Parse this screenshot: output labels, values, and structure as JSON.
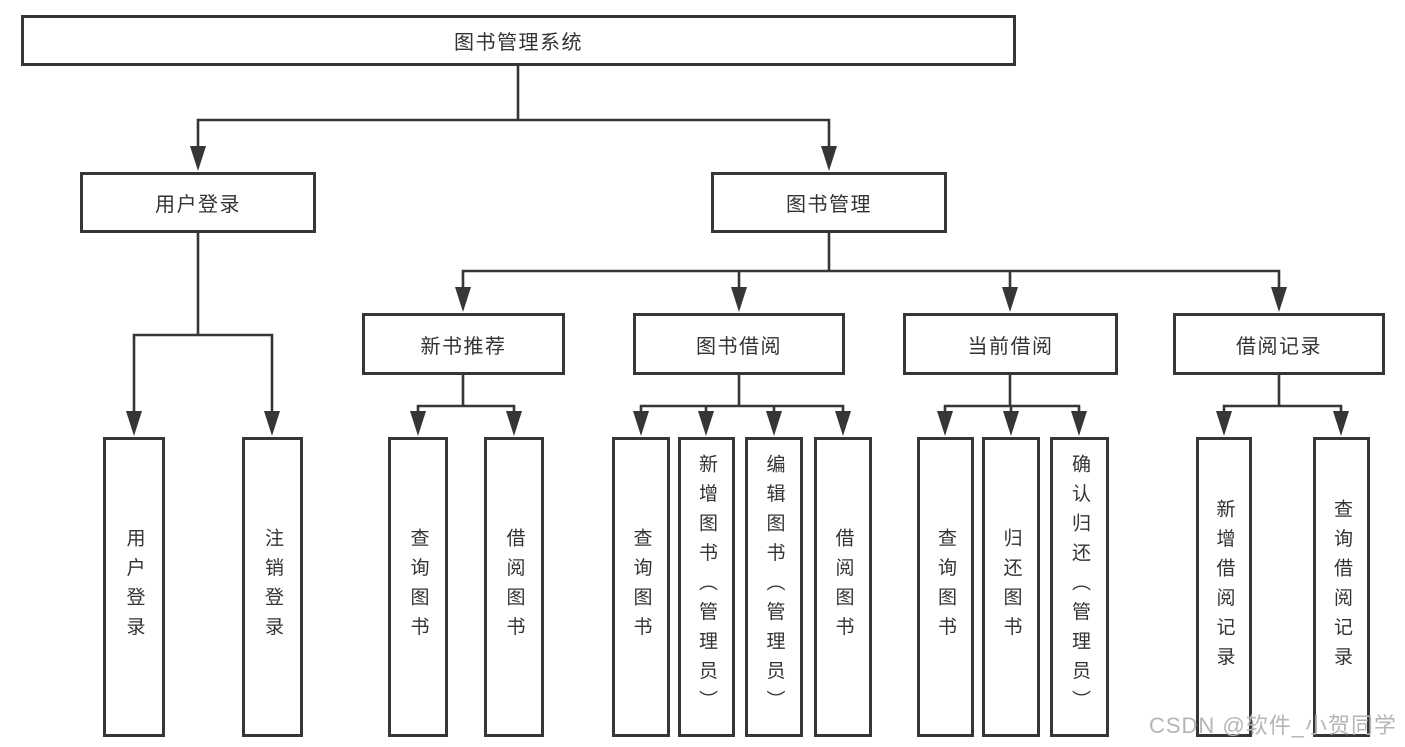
{
  "tree": {
    "label": "图书管理系统",
    "children": [
      {
        "label": "用户登录",
        "children": [
          {
            "label": "用户登录"
          },
          {
            "label": "注销登录"
          }
        ]
      },
      {
        "label": "图书管理",
        "children": [
          {
            "label": "新书推荐",
            "children": [
              {
                "label": "查询图书"
              },
              {
                "label": "借阅图书"
              }
            ]
          },
          {
            "label": "图书借阅",
            "children": [
              {
                "label": "查询图书"
              },
              {
                "label": "新增图书（管理员）"
              },
              {
                "label": "编辑图书（管理员）"
              },
              {
                "label": "借阅图书"
              }
            ]
          },
          {
            "label": "当前借阅",
            "children": [
              {
                "label": "查询图书"
              },
              {
                "label": "归还图书"
              },
              {
                "label": "确认归还（管理员）"
              }
            ]
          },
          {
            "label": "借阅记录",
            "children": [
              {
                "label": "新增借阅记录"
              },
              {
                "label": "查询借阅记录"
              }
            ]
          }
        ]
      }
    ]
  },
  "watermark": {
    "text": "CSDN @软件_小贺同学"
  },
  "colors": {
    "line": "#363636",
    "box_border": "#363636",
    "text": "#333333",
    "watermark": "#b5b5b5",
    "background": "#ffffff"
  }
}
